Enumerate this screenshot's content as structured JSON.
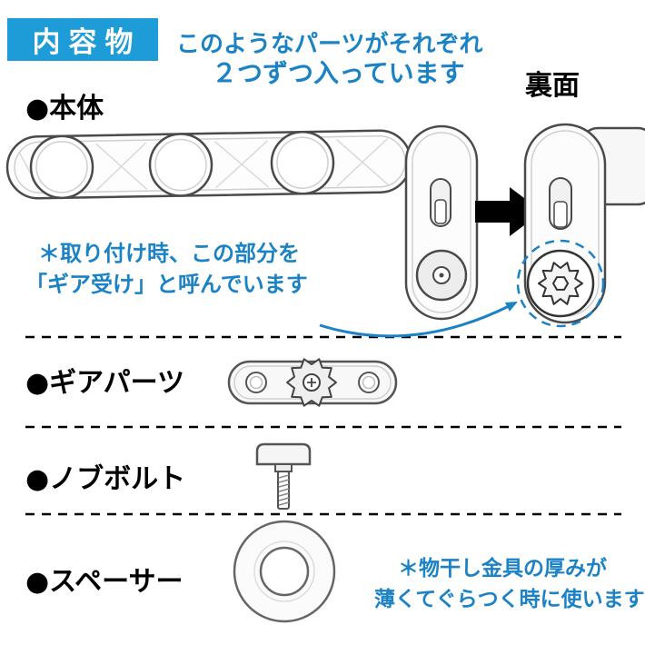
{
  "colors": {
    "badge_bg": "#1e9cd7",
    "note_blue": "#1b82c5",
    "outline_gray": "#4a4a4a"
  },
  "header": {
    "badge": "内容物",
    "note_line1": "このようなパーツがそれぞれ",
    "note_line2": "２つずつ入っています",
    "back_label": "裏面"
  },
  "sections": {
    "body": {
      "label": "●本体",
      "note_line1": "＊取り付け時、この部分を",
      "note_line2": "「ギア受け」と呼んでいます"
    },
    "gear": {
      "label": "●ギアパーツ"
    },
    "knob_bolt": {
      "label": "●ノブボルト"
    },
    "spacer": {
      "label": "●スペーサー",
      "note_line1": "＊物干し金具の厚みが",
      "note_line2": "薄くてぐらつく時に使います"
    }
  }
}
